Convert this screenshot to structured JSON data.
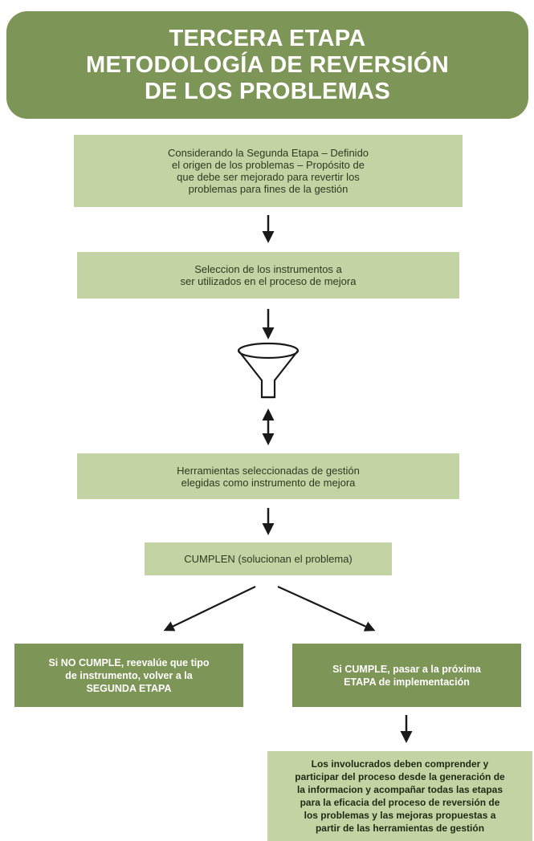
{
  "title": {
    "lines": [
      "TERCERA ETAPA",
      "METODOLOGÍA DE REVERSIÓN",
      "DE LOS PROBLEMAS"
    ]
  },
  "steps": {
    "step1": [
      "Considerando la Segunda Etapa – Definido",
      "el origen de los problemas – Propósito de",
      "que debe ser mejorado para revertir los",
      "problemas para fines de la gestión"
    ],
    "step2": [
      "Seleccion de los instrumentos a",
      "ser utilizados en el proceso de mejora"
    ],
    "step3": [
      "Herramientas seleccionadas de gestión",
      "elegidas como instrumento de mejora"
    ],
    "decision": [
      "CUMPLEN (solucionan el problema)"
    ],
    "no_branch": [
      "Si NO CUMPLE, reevalúe que tipo",
      "de instrumento, volver a la",
      "SEGUNDA ETAPA"
    ],
    "yes_branch": [
      "Si CUMPLE, pasar  a la próxima",
      "ETAPA de implementación"
    ],
    "final": [
      "Los involucrados deben comprender y",
      "participar del proceso desde la generación de",
      "la informacion y acompañar todas las etapas",
      "para la eficacia del proceso de reversión de",
      "los problemas y las mejoras propuestas a",
      "partir de las herramientas de gestión"
    ]
  },
  "icons": {
    "filter": "funnel-icon"
  },
  "colors": {
    "dark_green": "#7d9556",
    "light_green": "#c3d3a3",
    "arrow": "#1a1a1a"
  }
}
